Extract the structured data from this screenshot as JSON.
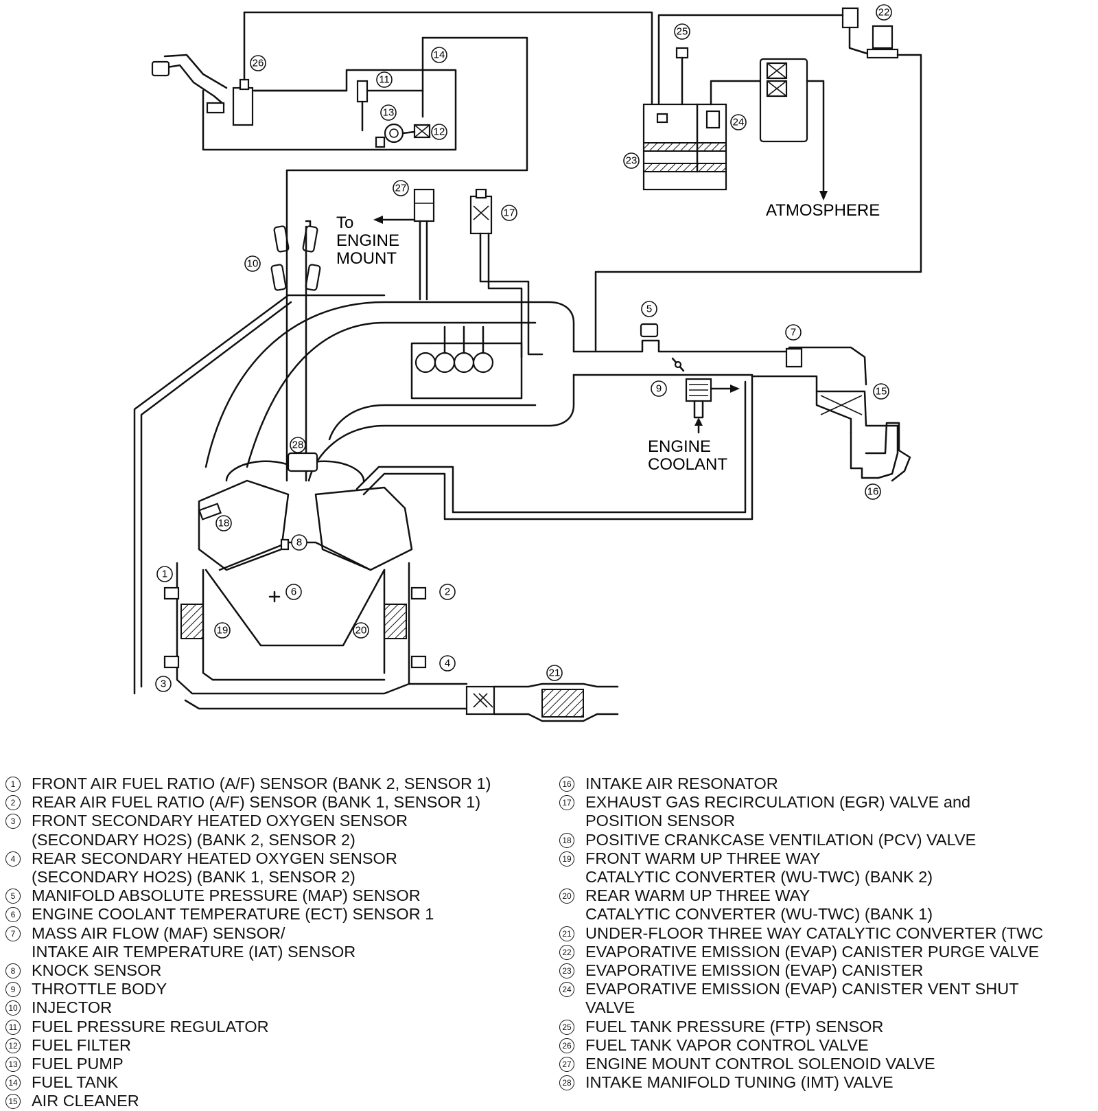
{
  "diagram": {
    "labels": {
      "to_engine_mount": [
        "To",
        "ENGINE",
        "MOUNT"
      ],
      "atmosphere": "ATMOSPHERE",
      "engine_coolant": [
        "ENGINE",
        "COOLANT"
      ]
    },
    "callouts": [
      "1",
      "2",
      "3",
      "4",
      "5",
      "6",
      "7",
      "8",
      "9",
      "10",
      "11",
      "12",
      "13",
      "14",
      "15",
      "16",
      "17",
      "18",
      "19",
      "20",
      "21",
      "22",
      "23",
      "24",
      "25",
      "26",
      "27",
      "28"
    ]
  },
  "legend": {
    "left": [
      {
        "num": "1",
        "text": "FRONT AIR FUEL RATIO (A/F) SENSOR (BANK 2, SENSOR 1)"
      },
      {
        "num": "2",
        "text": "REAR AIR FUEL RATIO (A/F) SENSOR (BANK 1, SENSOR 1)"
      },
      {
        "num": "3",
        "text": "FRONT SECONDARY HEATED OXYGEN SENSOR\n(SECONDARY HO2S) (BANK 2, SENSOR 2)"
      },
      {
        "num": "4",
        "text": "REAR SECONDARY HEATED OXYGEN SENSOR\n(SECONDARY HO2S) (BANK 1, SENSOR 2)"
      },
      {
        "num": "5",
        "text": "MANIFOLD ABSOLUTE PRESSURE (MAP) SENSOR"
      },
      {
        "num": "6",
        "text": "ENGINE COOLANT TEMPERATURE (ECT) SENSOR 1"
      },
      {
        "num": "7",
        "text": "MASS AIR FLOW (MAF) SENSOR/\nINTAKE AIR TEMPERATURE (IAT) SENSOR"
      },
      {
        "num": "8",
        "text": "KNOCK SENSOR"
      },
      {
        "num": "9",
        "text": "THROTTLE BODY"
      },
      {
        "num": "10",
        "text": "INJECTOR"
      },
      {
        "num": "11",
        "text": "FUEL PRESSURE REGULATOR"
      },
      {
        "num": "12",
        "text": "FUEL FILTER"
      },
      {
        "num": "13",
        "text": "FUEL PUMP"
      },
      {
        "num": "14",
        "text": "FUEL TANK"
      },
      {
        "num": "15",
        "text": "AIR CLEANER"
      }
    ],
    "right": [
      {
        "num": "16",
        "text": "INTAKE AIR RESONATOR"
      },
      {
        "num": "17",
        "text": "EXHAUST GAS RECIRCULATION (EGR) VALVE and\nPOSITION SENSOR"
      },
      {
        "num": "18",
        "text": "POSITIVE CRANKCASE VENTILATION (PCV) VALVE"
      },
      {
        "num": "19",
        "text": "FRONT WARM UP THREE WAY\nCATALYTIC CONVERTER (WU-TWC) (BANK 2)"
      },
      {
        "num": "20",
        "text": "REAR WARM UP THREE WAY\nCATALYTIC CONVERTER (WU-TWC) (BANK 1)"
      },
      {
        "num": "21",
        "text": "UNDER-FLOOR THREE WAY CATALYTIC CONVERTER (TWC"
      },
      {
        "num": "22",
        "text": "EVAPORATIVE EMISSION (EVAP) CANISTER PURGE VALVE"
      },
      {
        "num": "23",
        "text": "EVAPORATIVE EMISSION (EVAP) CANISTER"
      },
      {
        "num": "24",
        "text": "EVAPORATIVE EMISSION (EVAP) CANISTER VENT SHUT\nVALVE"
      },
      {
        "num": "25",
        "text": "FUEL TANK PRESSURE (FTP) SENSOR"
      },
      {
        "num": "26",
        "text": "FUEL TANK VAPOR CONTROL VALVE"
      },
      {
        "num": "27",
        "text": "ENGINE MOUNT CONTROL SOLENOID VALVE"
      },
      {
        "num": "28",
        "text": "INTAKE MANIFOLD TUNING (IMT) VALVE"
      }
    ]
  }
}
